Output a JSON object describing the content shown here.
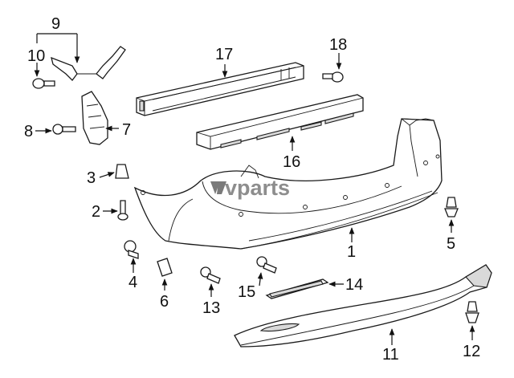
{
  "watermark": {
    "text": "vparts"
  },
  "callouts": {
    "c1": "1",
    "c2": "2",
    "c3": "3",
    "c4": "4",
    "c5": "5",
    "c6": "6",
    "c7": "7",
    "c8": "8",
    "c9": "9",
    "c10": "10",
    "c11": "11",
    "c12": "12",
    "c13": "13",
    "c14": "14",
    "c15": "15",
    "c16": "16",
    "c17": "17",
    "c18": "18"
  }
}
